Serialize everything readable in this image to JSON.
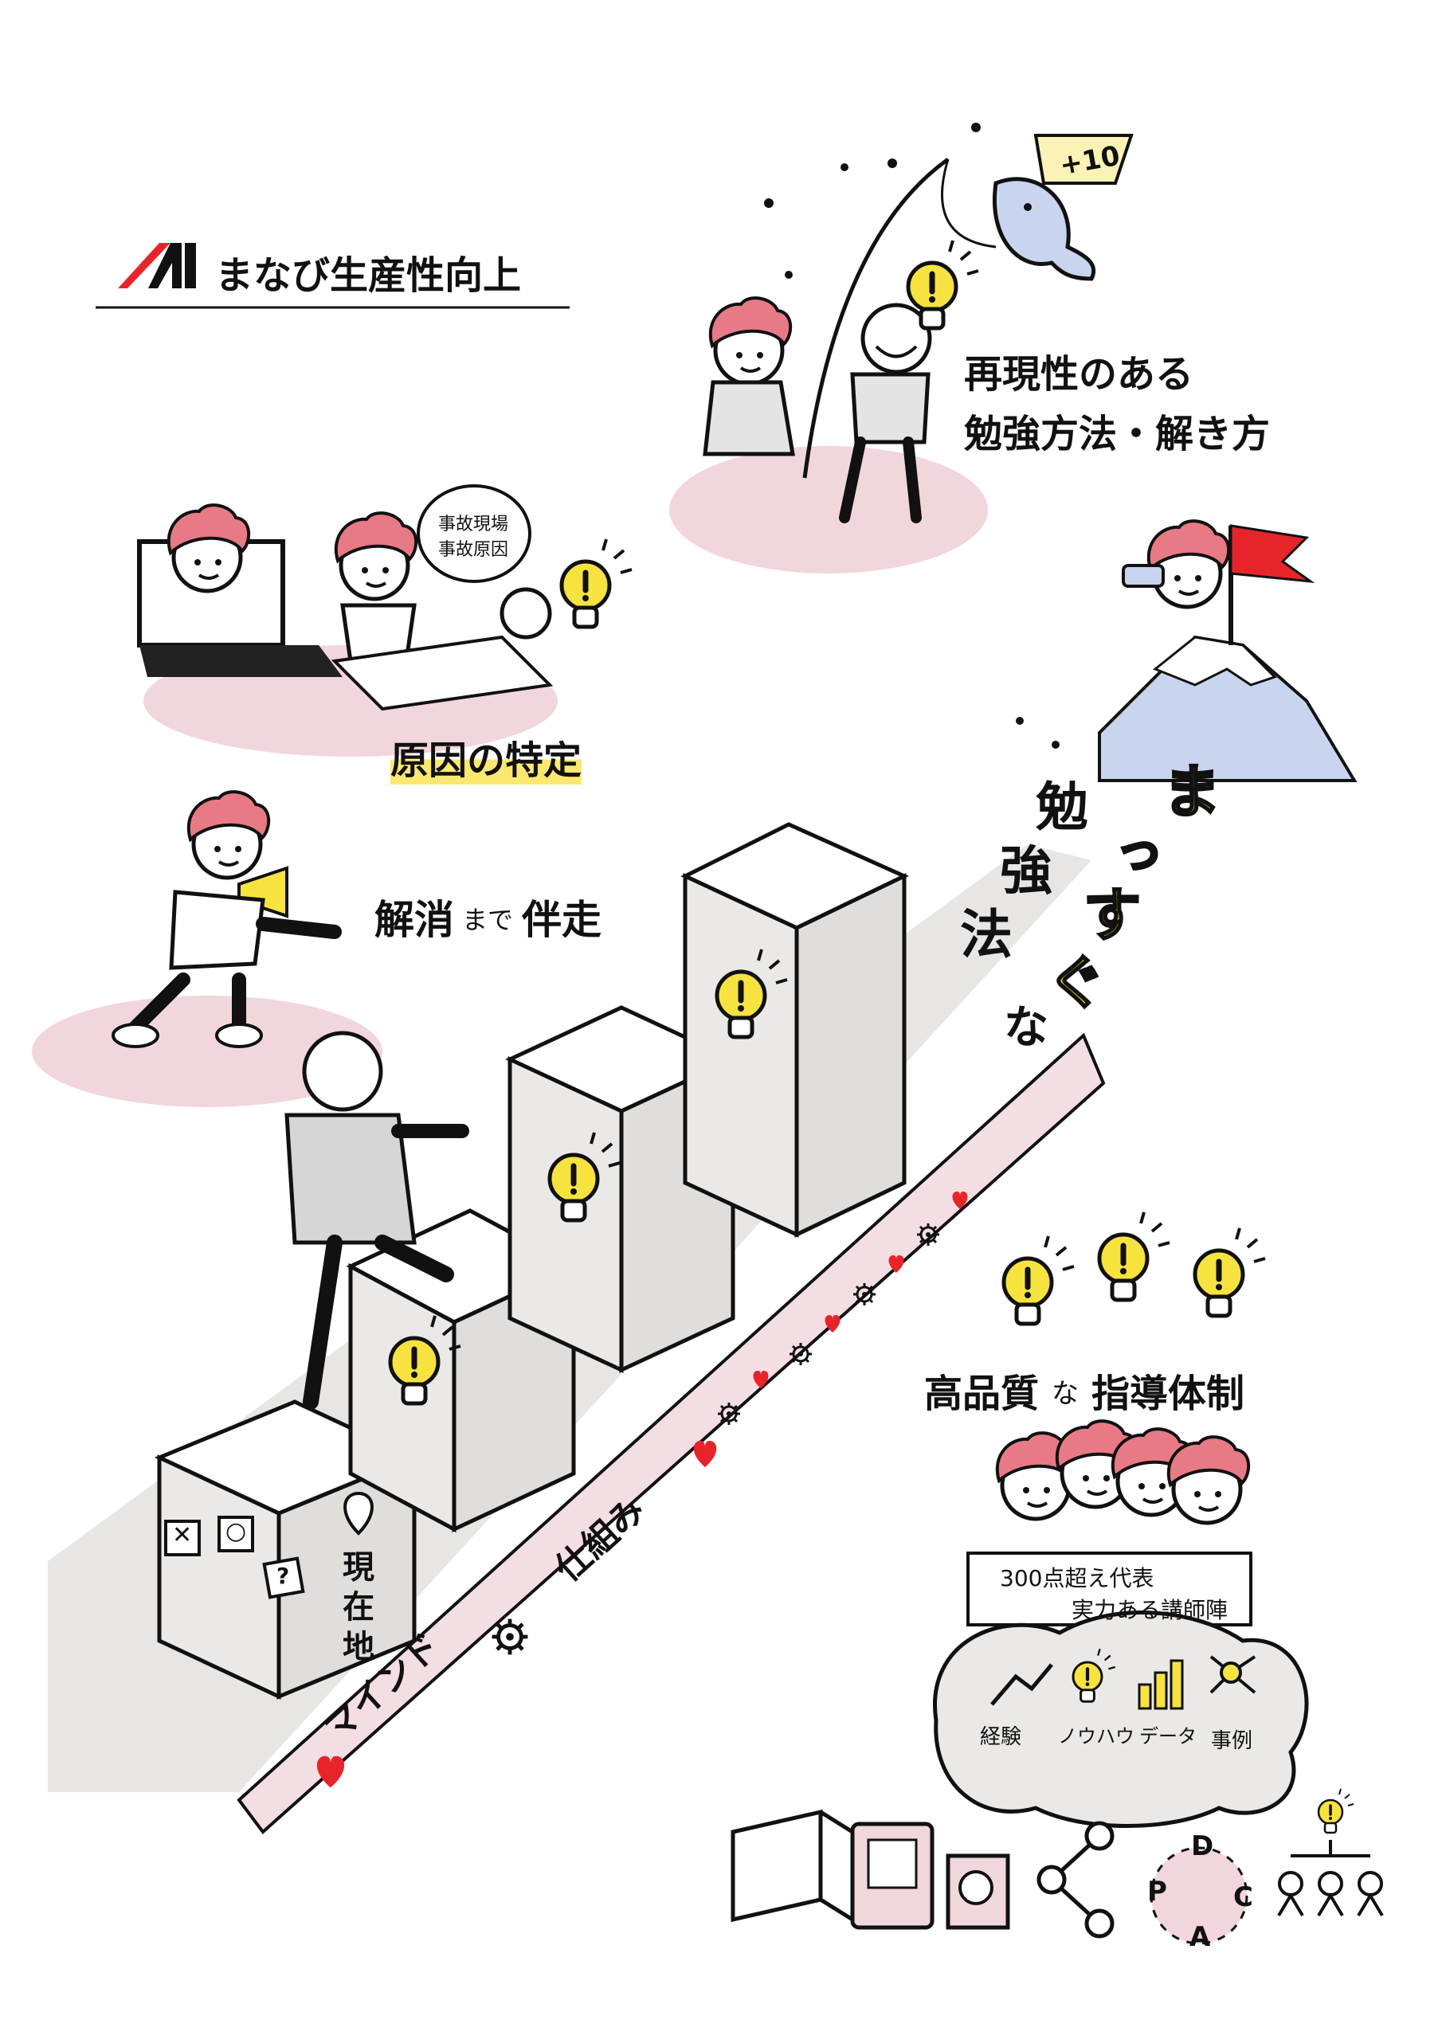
{
  "header": {
    "logo_mark": "A1",
    "brand_title": "まなび生産性向上"
  },
  "scenes": {
    "reproducible": {
      "line1": "再現性のある",
      "line2": "勉強方法・解き方",
      "fish_tag": "+10"
    },
    "root_cause": {
      "bubble_line1": "事故現場",
      "bubble_line2": "事故原因",
      "label": "原因の特定"
    },
    "coaching": {
      "label_a": "解消",
      "label_b": "まで",
      "label_c": "伴走"
    },
    "goal": {
      "ch1": "ま",
      "ch2": "っ",
      "ch3": "す",
      "ch4": "ぐ",
      "ch5": "な",
      "word1": "勉",
      "word2": "強",
      "word3": "法"
    },
    "start_box": {
      "ch1": "現",
      "ch2": "在",
      "ch3": "地",
      "sign_x": "✕",
      "sign_o": "○",
      "sign_q": "?"
    },
    "path": {
      "mind": "マインド",
      "system": "仕組み"
    },
    "instruction": {
      "title_a": "高品質",
      "title_b": "な",
      "title_c": "指導体制",
      "board_line1": "300点超え代表",
      "board_line2": "実力ある講師陣",
      "assets": [
        "経験",
        "ノウハウ",
        "データ",
        "事例"
      ]
    },
    "pdca": {
      "p": "P",
      "d": "D",
      "c": "C",
      "a": "A"
    }
  },
  "colors": {
    "accent_red": "#e8242b",
    "hair_pink": "#e87a86",
    "shadow_pink": "#f1d6dc",
    "highlight_yellow": "#fbe870",
    "bulb_yellow": "#f6e33f",
    "box_grey": "#ebe9e7",
    "mountain_blue": "#c9d4ee"
  }
}
